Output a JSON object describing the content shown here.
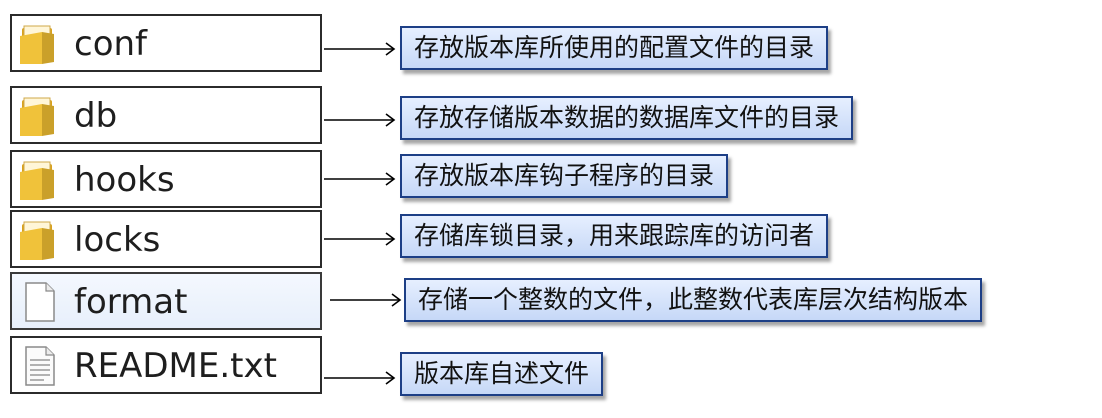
{
  "rows": [
    {
      "name": "conf",
      "icon": "folder-icon",
      "description": "存放版本库所使用的配置文件的目录"
    },
    {
      "name": "db",
      "icon": "folder-icon",
      "description": "存放存储版本数据的数据库文件的目录"
    },
    {
      "name": "hooks",
      "icon": "folder-icon",
      "description": "存放版本库钩子程序的目录"
    },
    {
      "name": "locks",
      "icon": "folder-icon",
      "description": "存储库锁目录，用来跟踪库的访问者"
    },
    {
      "name": "format",
      "icon": "file-icon",
      "description": "存储一个整数的文件，此整数代表库层次结构版本"
    },
    {
      "name": "README.txt",
      "icon": "text-file-icon",
      "description": "版本库自述文件"
    }
  ],
  "colors": {
    "label_border": "#1d3f86",
    "label_fill_top": "#e6efff",
    "label_fill_bottom": "#c6d8f7",
    "folder_yellow": "#e8b92f"
  }
}
